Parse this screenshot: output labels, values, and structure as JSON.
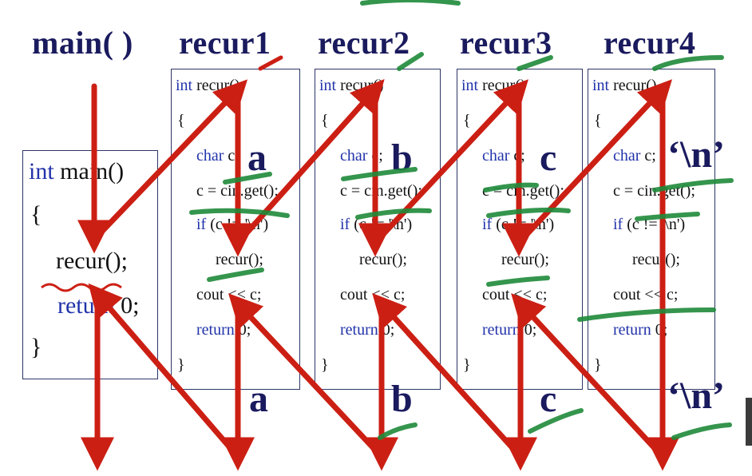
{
  "headers": {
    "main": "main( )",
    "recur1": "recur1",
    "recur2": "recur2",
    "recur3": "recur3",
    "recur4": "recur4"
  },
  "main_frame": {
    "sig_type": "int",
    "sig_name": "main()",
    "open": "{",
    "call": "recur();",
    "ret_kw": "return",
    "ret_val": "0;",
    "close": "}"
  },
  "recur_frame": {
    "sig_type": "int",
    "sig_name": "recur()",
    "open": "{",
    "decl_type": "char",
    "decl_var": "c;",
    "assign": "c = cin.get();",
    "if_kw": "if",
    "if_cond": "(c != '\\n')",
    "call": "recur();",
    "out": "cout << c;",
    "ret_kw": "return",
    "ret_val": "0;",
    "close": "}"
  },
  "chars": {
    "top": [
      "a",
      "b",
      "c",
      "‘\\n’"
    ],
    "bottom": [
      "a",
      "b",
      "c",
      "‘\\n’"
    ]
  },
  "colors": {
    "arrow": "#cc1f14",
    "highlight": "#1f8a3a",
    "title": "#1a1a5e",
    "keyword": "#2233aa"
  }
}
